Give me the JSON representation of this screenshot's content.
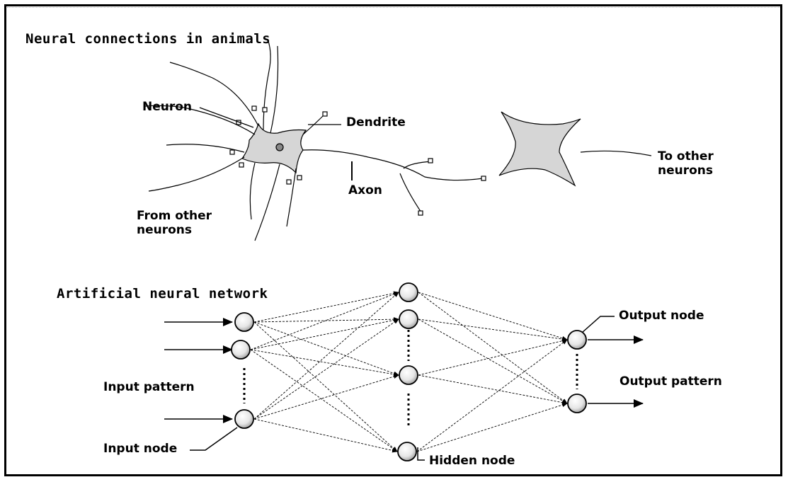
{
  "titles": {
    "animal": "Neural connections in animals",
    "artificial": "Artificial neural network"
  },
  "bio_labels": {
    "neuron": "Neuron",
    "dendrite": "Dendrite",
    "axon": "Axon",
    "to_other_1": "To other",
    "to_other_2": "neurons",
    "from_other_1": "From other",
    "from_other_2": "neurons"
  },
  "ann_labels": {
    "input_pattern": "Input pattern",
    "input_node": "Input node",
    "hidden_node": "Hidden node",
    "output_node": "Output node",
    "output_pattern": "Output pattern"
  },
  "network": {
    "input_nodes": 3,
    "hidden_nodes": 4,
    "output_nodes": 2
  },
  "colors": {
    "ink": "#000000",
    "node_fill": "#f2f2f2",
    "cell_fill": "#d8d8d8"
  }
}
